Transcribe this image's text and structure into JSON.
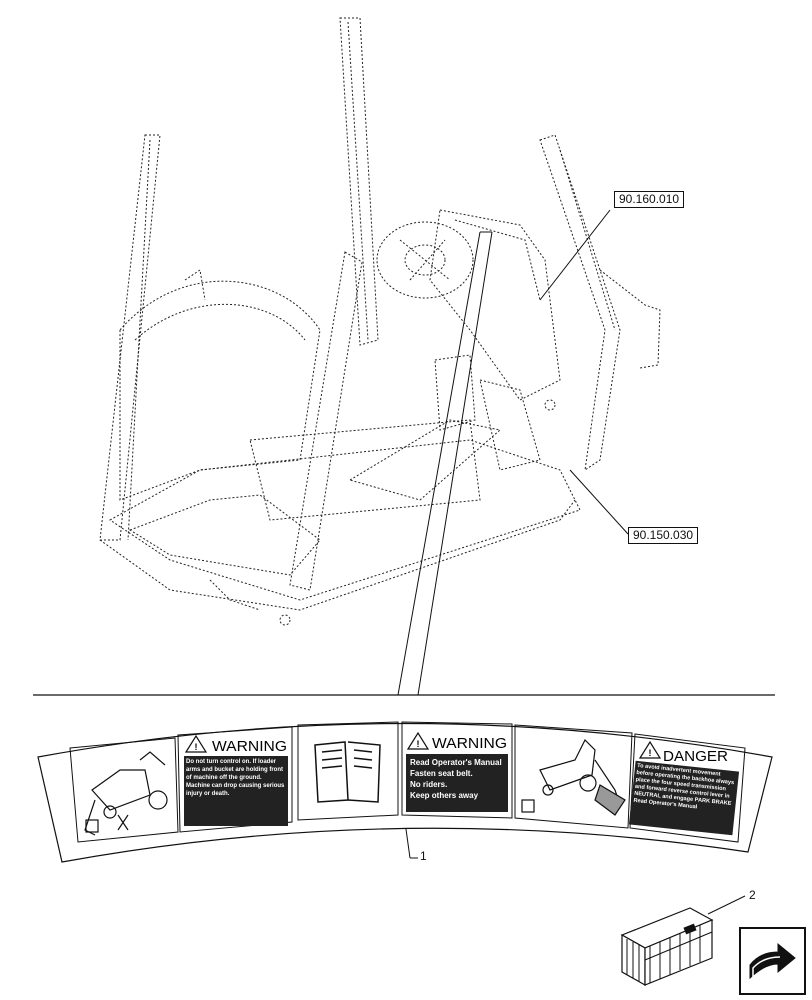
{
  "references": {
    "ref_top": "90.160.010",
    "ref_bottom": "90.150.030"
  },
  "callouts": {
    "item1": "1",
    "item2": "2"
  },
  "decal": {
    "panel1": {
      "header": "WARNING",
      "text": "Do not turn control on. If loader arms and bucket are holding front of machine off the ground. Machine can drop causing serious injury or death."
    },
    "panel2": {
      "header": "WARNING",
      "lines": [
        "Read Operator's Manual",
        "Fasten seat belt.",
        "No riders.",
        "Keep others away"
      ]
    },
    "panel3": {
      "header": "DANGER",
      "text": "To avoid inadvertent movement before operating the backhoe always place the four speed transmission and forward reverse control lever in NEUTRAL and engage PARK BRAKE Read Operator's Manual"
    }
  },
  "icons": {
    "nav": "arrow-next-icon",
    "kit": "parts-kit-icon"
  }
}
